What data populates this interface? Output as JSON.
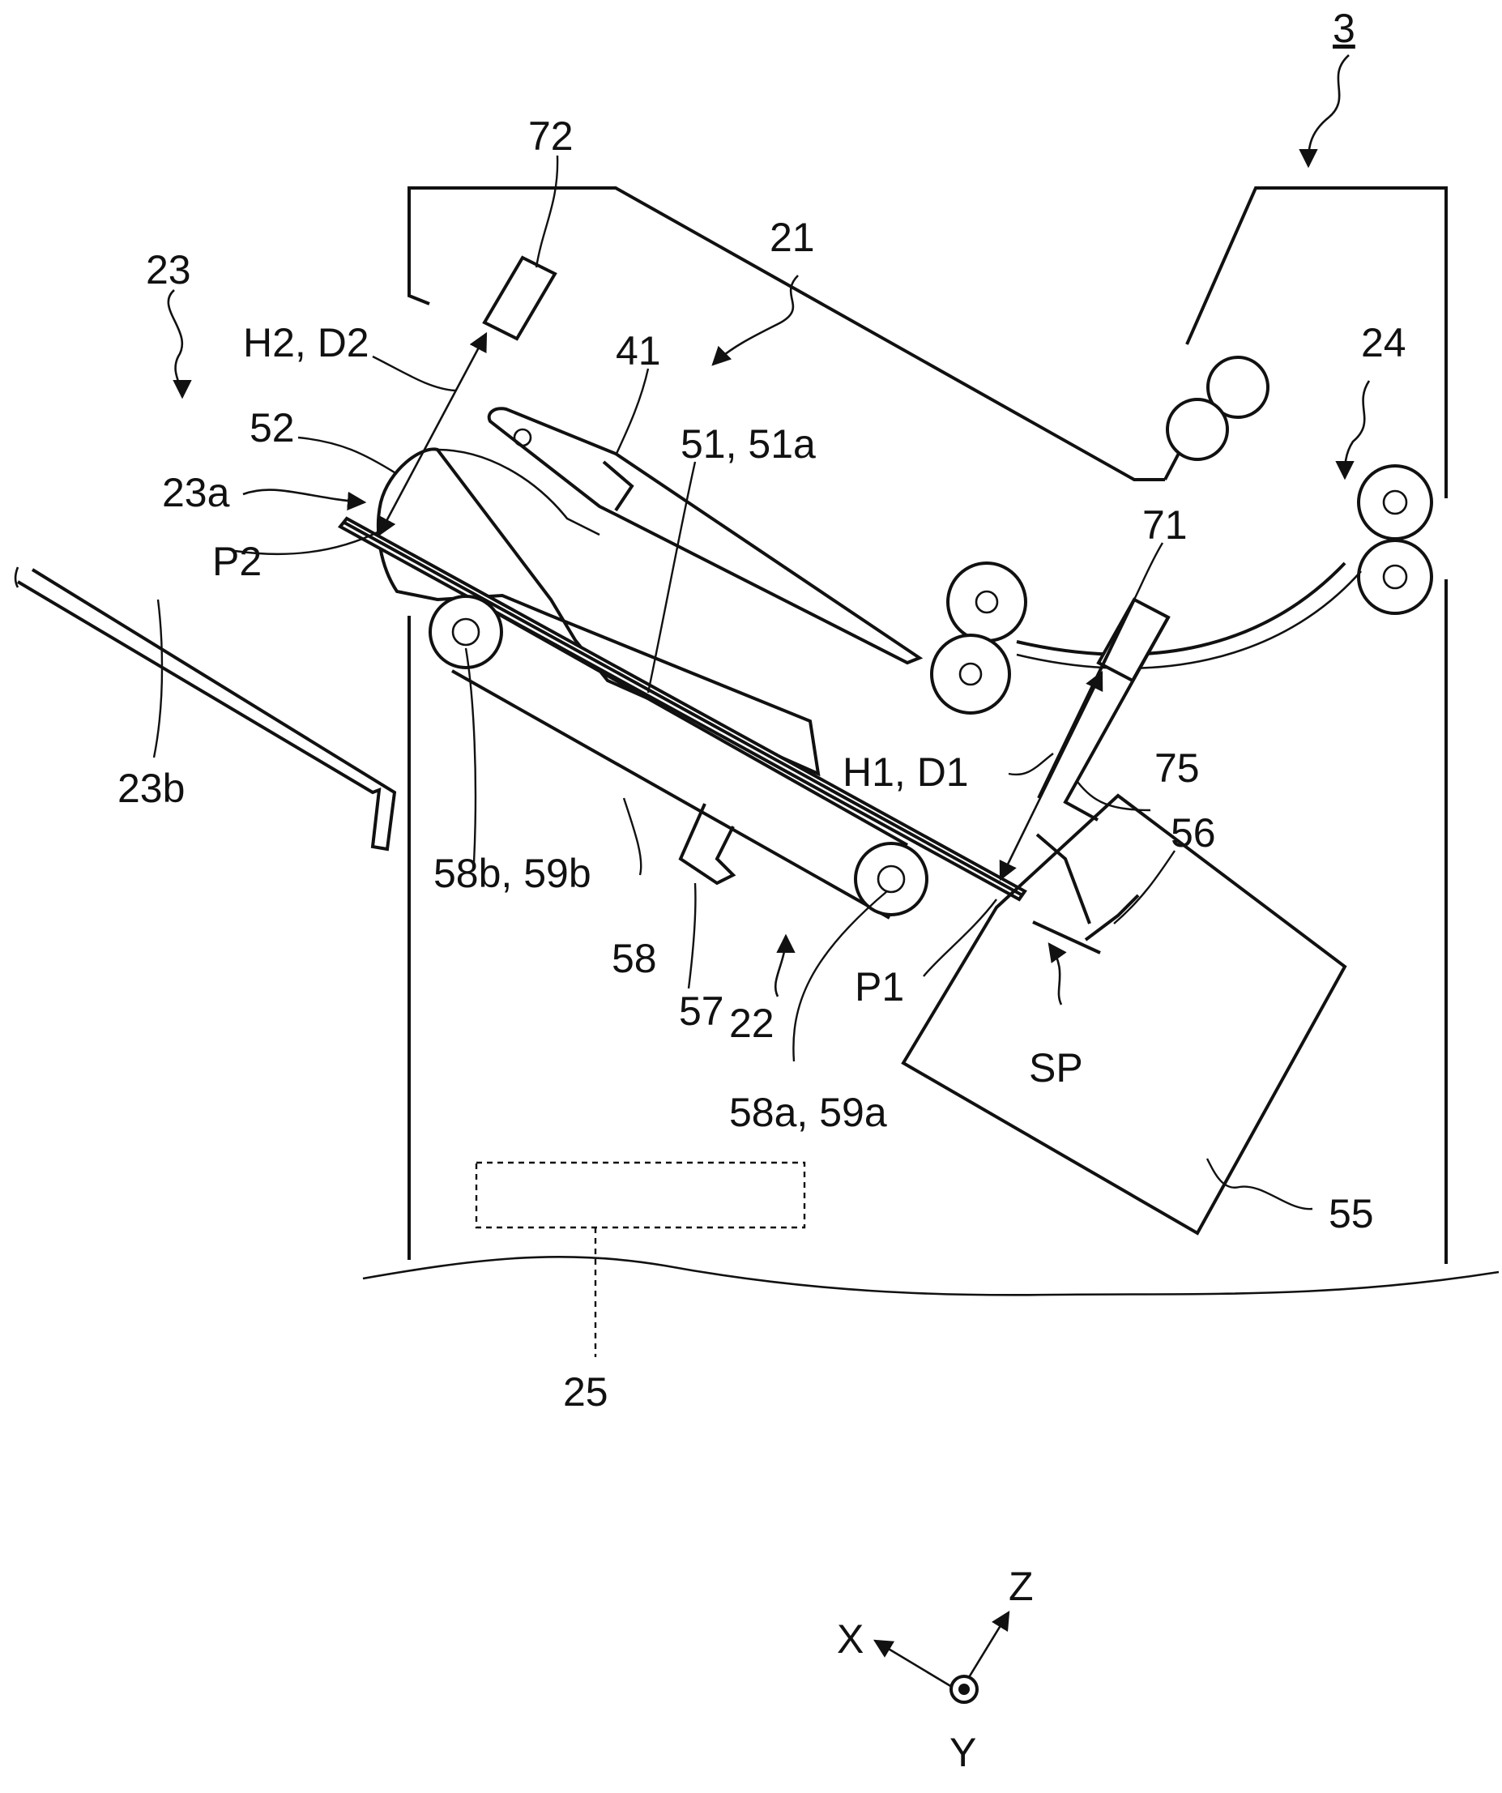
{
  "labels": {
    "l3": "3",
    "l72": "72",
    "l23": "23",
    "l21": "21",
    "l24": "24",
    "h2d2": "H2, D2",
    "l41": "41",
    "l52": "52",
    "l5151a": "51, 51a",
    "l23a": "23a",
    "l71": "71",
    "p2": "P2",
    "l23b": "23b",
    "h1d1": "H1, D1",
    "l75": "75",
    "l56": "56",
    "l58b59b": "58b, 59b",
    "l58": "58",
    "p1": "P1",
    "l57": "57",
    "l22": "22",
    "sp": "SP",
    "l58a59a": "58a, 59a",
    "l55": "55",
    "l25": "25",
    "axis_x": "X",
    "axis_z": "Z",
    "axis_y": "Y"
  }
}
